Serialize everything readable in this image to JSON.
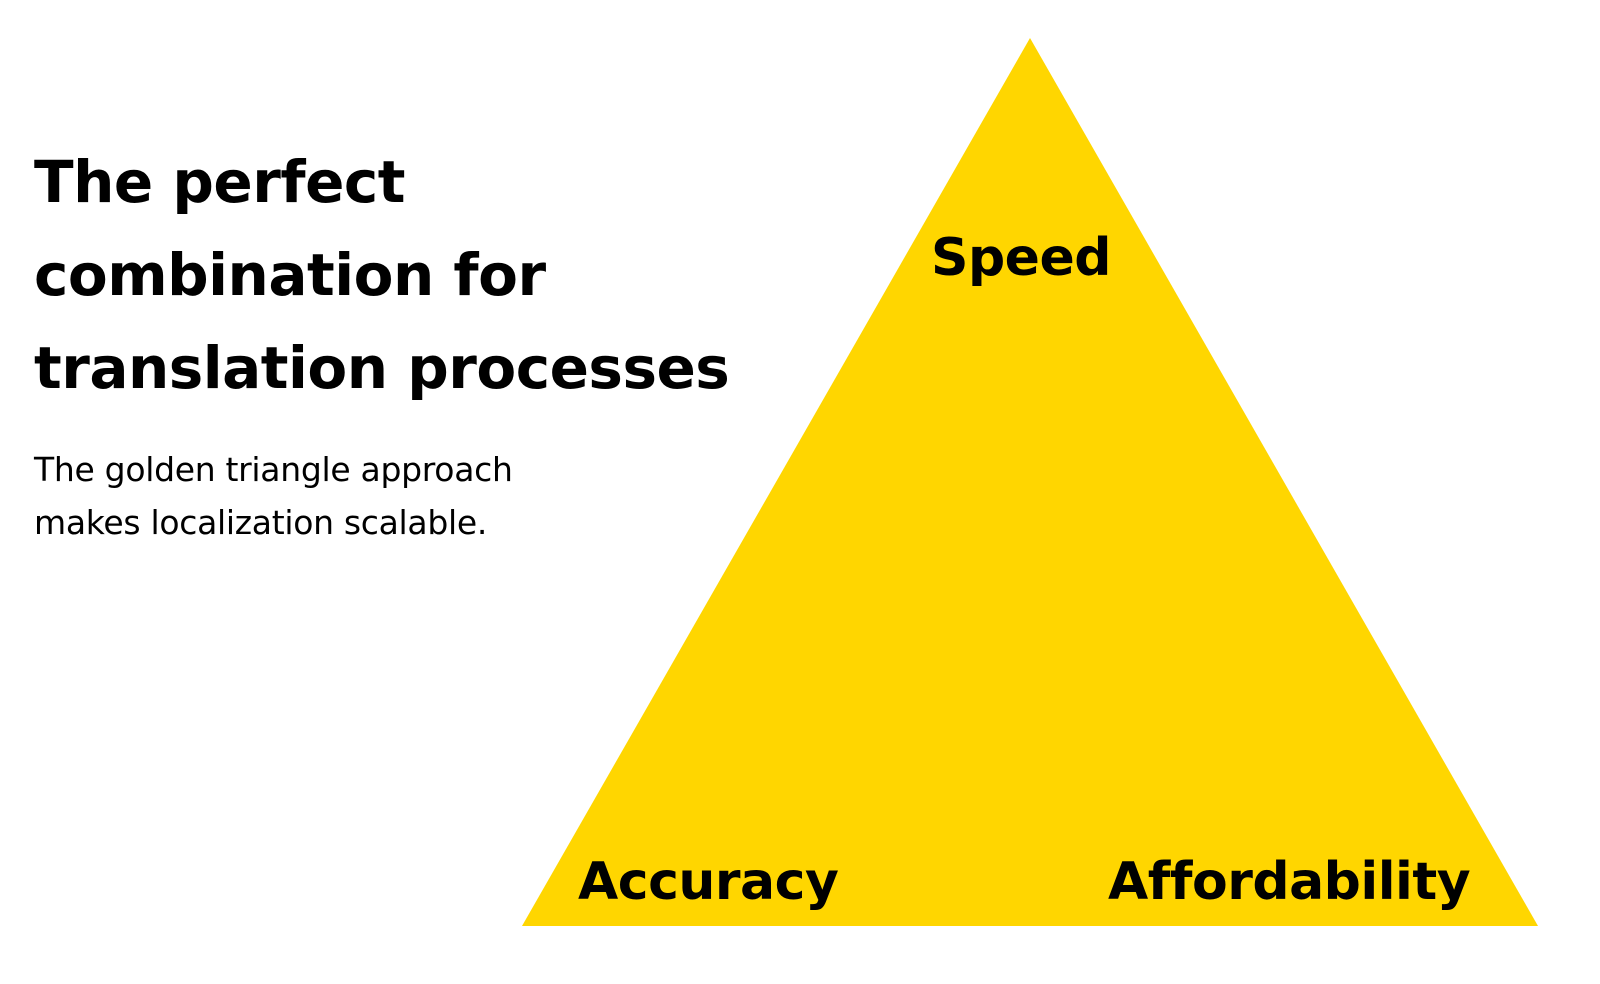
{
  "headline": {
    "lines": [
      "The perfect",
      "combination for",
      "translation processes"
    ]
  },
  "subtitle": {
    "lines": [
      "The golden triangle approach",
      "makes localization scalable."
    ]
  },
  "triangle": {
    "color": "#FFD600",
    "vertices": {
      "top": "Speed",
      "bottom_left": "Accuracy",
      "bottom_right": "Affordability"
    }
  }
}
